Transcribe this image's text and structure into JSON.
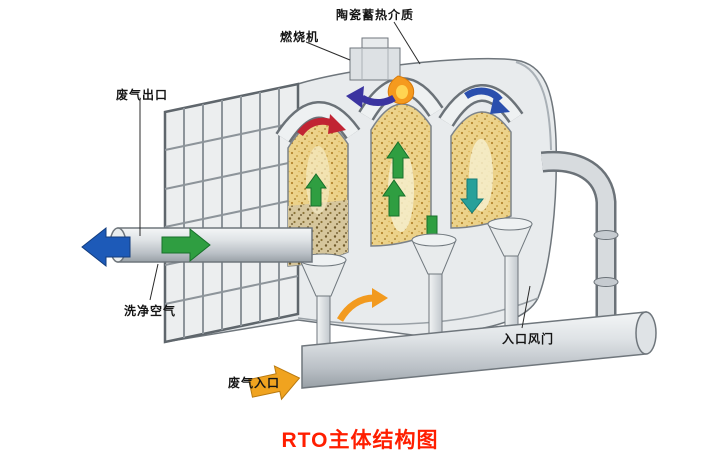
{
  "title": "RTO主体结构图",
  "labels": {
    "ceramic_media": "陶瓷蓄热介质",
    "burner": "燃烧机",
    "exhaust_outlet": "废气出口",
    "clean_air": "洗净空气",
    "exhaust_inlet": "废气入口",
    "inlet_damper": "入口风门"
  },
  "colors": {
    "title_red": "#ff1e00",
    "arrow_green": "#2f9e41",
    "arrow_blue": "#1d5ab8",
    "arrow_purple": "#3b34a0",
    "arrow_red": "#c12433",
    "arrow_orange": "#f0a31f",
    "arrow_teal": "#27a09a",
    "ceramic_yellow": "#ecd28a",
    "body_gray": "#e8ebed",
    "outline_gray": "#6f767c"
  }
}
